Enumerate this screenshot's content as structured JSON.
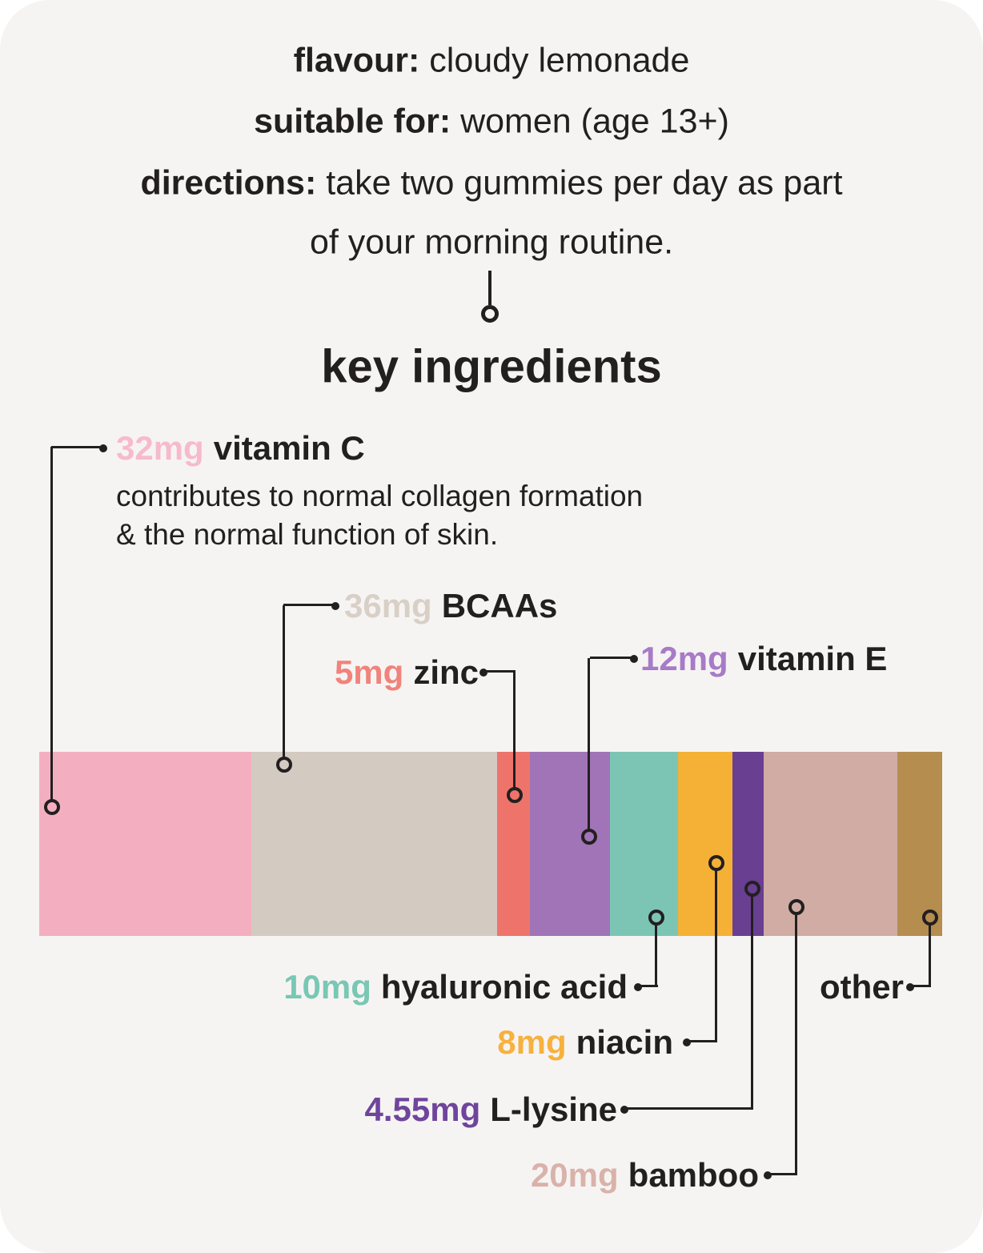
{
  "card": {
    "info_lines": [
      {
        "bold": "flavour:",
        "rest": " cloudy lemonade"
      },
      {
        "bold": "suitable for:",
        "rest": " women (age 13+)"
      },
      {
        "bold": "directions:",
        "rest": " take two gummies per day as part"
      },
      {
        "bold": "",
        "rest": "of your morning routine."
      }
    ],
    "section_title": "key ingredients"
  },
  "colors": {
    "page_bg": "#FFFFFF",
    "card_bg": "#F6F4F3",
    "text": "#231F20",
    "connector": "#231F20"
  },
  "chart_data": {
    "type": "bar",
    "variant": "single-stacked-proportional-bar",
    "title": "key ingredients",
    "unit": "mg",
    "legend_position": "callouts-around-bar",
    "segments": [
      {
        "name": "vitamin C",
        "amount": "32mg",
        "value_mg": 32,
        "width_pct": 23.49,
        "bar_color": "#F3AFC0",
        "label_color": "#F6BBCB",
        "desc_line1": "contributes to normal collagen formation",
        "desc_line2": "& the normal function of skin."
      },
      {
        "name": "BCAAs",
        "amount": "36mg",
        "value_mg": 36,
        "width_pct": 27.22,
        "bar_color": "#D3CAC2",
        "label_color": "#D8D0C6"
      },
      {
        "name": "zinc",
        "amount": "5mg",
        "value_mg": 5,
        "width_pct": 3.63,
        "bar_color": "#EE746B",
        "label_color": "#F0837B"
      },
      {
        "name": "vitamin E",
        "amount": "12mg",
        "value_mg": 12,
        "width_pct": 8.87,
        "bar_color": "#A074B6",
        "label_color": "#A77BC7"
      },
      {
        "name": "hyaluronic acid",
        "amount": "10mg",
        "value_mg": 10,
        "width_pct": 7.54,
        "bar_color": "#7CC5B5",
        "label_color": "#79C7B4"
      },
      {
        "name": "niacin",
        "amount": "8mg",
        "value_mg": 8,
        "width_pct": 6.03,
        "bar_color": "#F5B136",
        "label_color": "#F7B13E"
      },
      {
        "name": "L-lysine",
        "amount": "4.55mg",
        "value_mg": 4.55,
        "width_pct": 3.46,
        "bar_color": "#693F91",
        "label_color": "#6F459C"
      },
      {
        "name": "bamboo",
        "amount": "20mg",
        "value_mg": 20,
        "width_pct": 14.8,
        "bar_color": "#D0ACA4",
        "label_color": "#D9B2AA"
      },
      {
        "name": "other",
        "amount": "",
        "value_mg": null,
        "width_pct": 4.96,
        "bar_color": "#B58D4F",
        "label_color": ""
      }
    ]
  }
}
